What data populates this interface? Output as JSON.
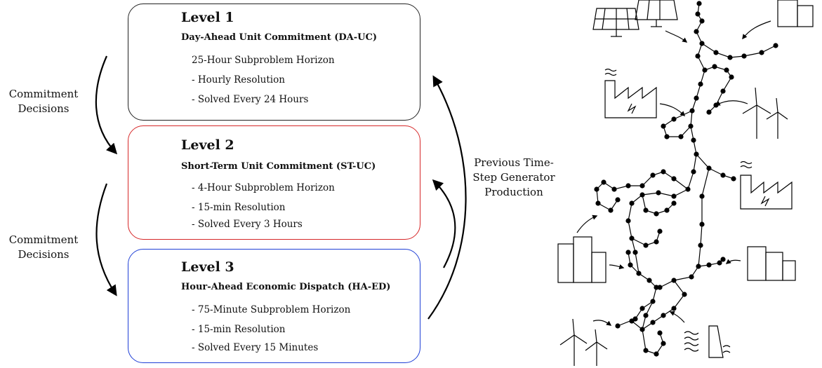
{
  "levels": [
    {
      "title": "Level 1",
      "subtitle": "Day-Ahead Unit Commitment (DA-UC)",
      "items": [
        "25-Hour Subproblem Horizon",
        "- Hourly Resolution",
        "- Solved Every 24 Hours"
      ],
      "border_color": "#222222"
    },
    {
      "title": "Level 2",
      "subtitle": "Short-Term Unit Commitment (ST-UC)",
      "items": [
        "- 4-Hour Subproblem Horizon",
        "- 15-min Resolution",
        "- Solved Every 3 Hours"
      ],
      "border_color": "#d62728"
    },
    {
      "title": "Level 3",
      "subtitle": "Hour-Ahead Economic Dispatch (HA-ED)",
      "items": [
        "- 75-Minute Subproblem Horizon",
        "- 15-min Resolution",
        "- Solved Every 15 Minutes"
      ],
      "border_color": "#1f3fd6"
    }
  ],
  "left_labels": [
    [
      "Commitment",
      "Decisions"
    ],
    [
      "Commitment",
      "Decisions"
    ]
  ],
  "right_label": [
    "Previous Time-",
    "Step Generator",
    "Production"
  ],
  "grid_icons": [
    "solar-panels-icon",
    "city-buildings-icon",
    "factory-icon",
    "wind-turbine-icon",
    "hydro-dam-icon"
  ]
}
